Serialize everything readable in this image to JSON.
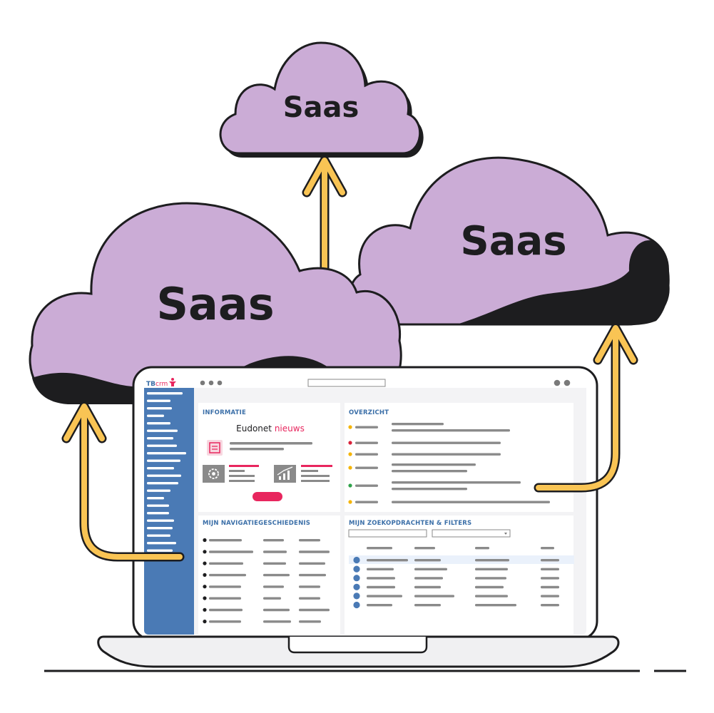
{
  "clouds": {
    "top_label": "Saas",
    "left_label": "Saas",
    "right_label": "Saas"
  },
  "app": {
    "logo_left": "TB",
    "logo_right": "crm",
    "panels": {
      "informatie_title": "INFORMATIE",
      "overzicht_title": "OVERZICHT",
      "navigatie_title": "MIJN NAVIGATIEGESCHIEDENIS",
      "zoek_title": "MIJN ZOEKOPDRACHTEN & FILTERS"
    },
    "news": {
      "brand": "Eudonet",
      "word": "nieuws"
    }
  },
  "colors": {
    "cloud": "#cbacd6",
    "cloud_shadow": "#1d1d1f",
    "arrow": "#f9c454",
    "sidebar": "#4a7ab5",
    "accent_pink": "#e8265e",
    "panel_title": "#3b6fa8"
  },
  "overview_status_dots": [
    "#f5b400",
    "#d9223a",
    "#f5b400",
    "#f5b400",
    "#2fa24a",
    "#f5b400"
  ]
}
